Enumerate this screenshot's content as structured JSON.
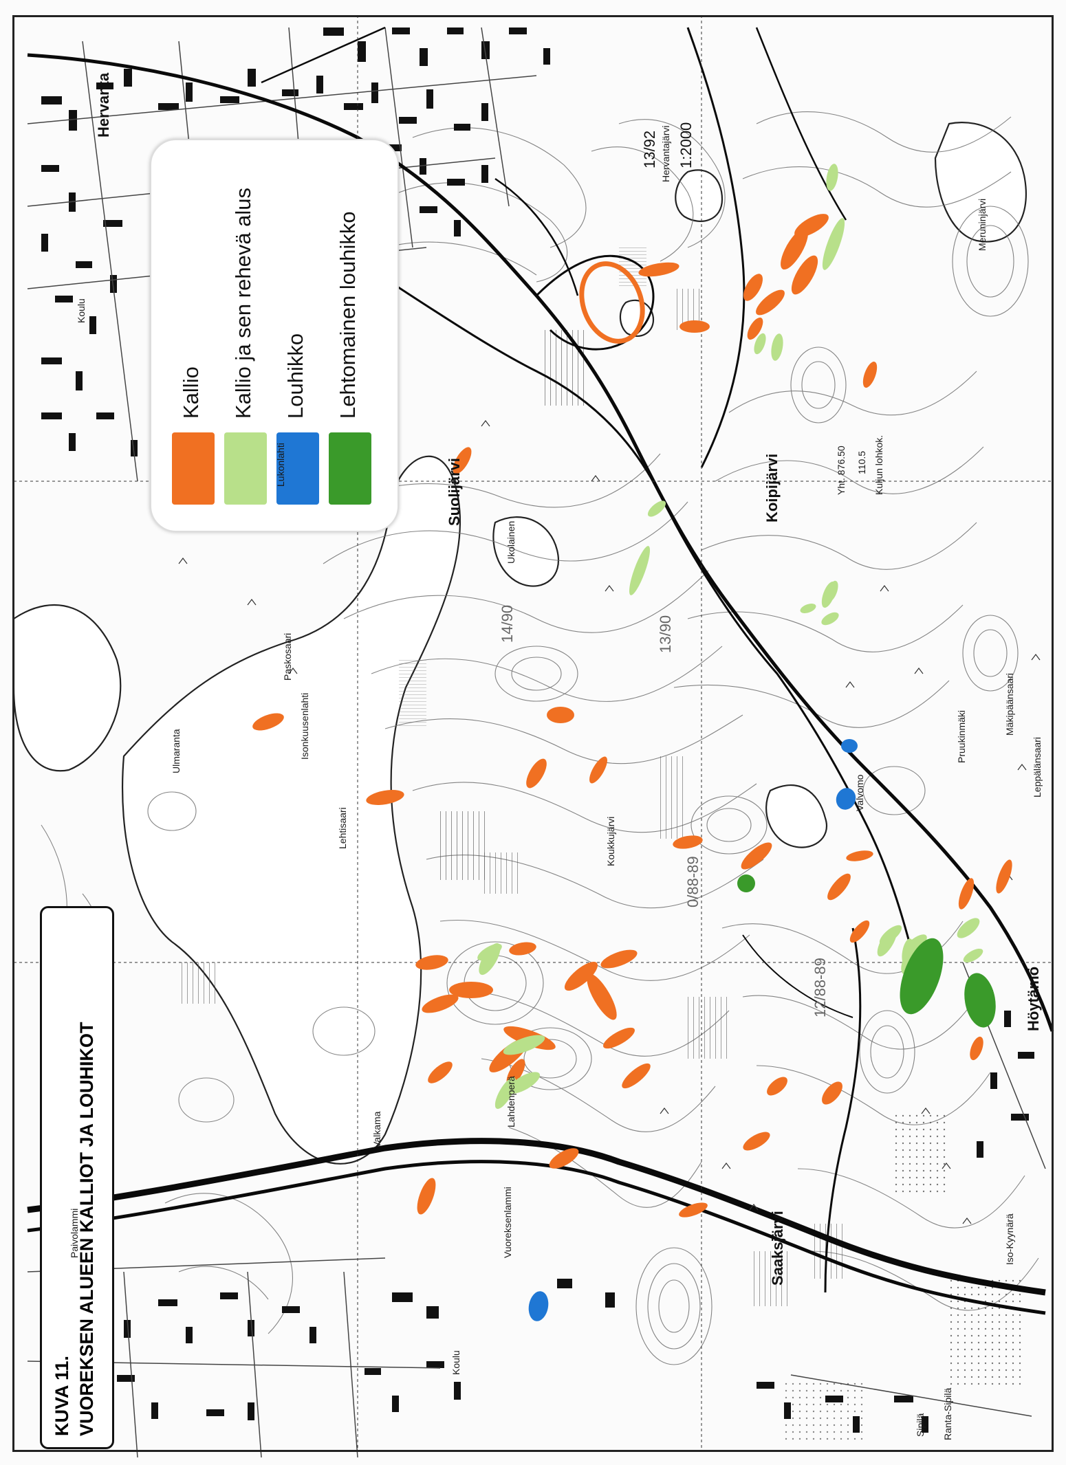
{
  "title": {
    "line1": "KUVA 11.",
    "line2": "VUOREKSEN ALUEEN KALLIOT JA LOUHIKOT"
  },
  "legend": [
    {
      "label": "Kallio",
      "color": "#f07022"
    },
    {
      "label": "Kallio ja sen rehevä alus",
      "color": "#b8e08a"
    },
    {
      "label": "Louhikko",
      "color": "#1f77d4"
    },
    {
      "label": "Lehtomainen louhikko",
      "color": "#3a9a2a"
    }
  ],
  "place_names": {
    "hervanta": "Hervanta",
    "suolijarvi": "Suolijärvi",
    "saaksjarvi": "Saaksjärvi",
    "hoytamo": "Höytämö",
    "koipijarvi": "Koipijärvi",
    "hervantajarvi": "Hervantajärvi",
    "ukolainen": "Ukolainen",
    "koukkujarvi": "Koukkujärvi",
    "vuoreksenlammi": "Vuoreksenlammi",
    "lahdenpera": "Lahdenperä",
    "leppalansaari": "Leppälänsaari",
    "meruninjarvi": "Meruninjärvi",
    "ulmaranta": "Ulmaranta",
    "lukonlahti": "Lukonlahti",
    "lehtisaari": "Lehtisaari",
    "isonkuusenlahti": "Isonkuusenlahti",
    "paskosaari": "Paskosaari",
    "valkama": "Valkama",
    "sipila": "Sipilä",
    "ranta_sipila": "Ranta-Sipilä",
    "iso_kyynarla": "Iso-Kyynärä",
    "koulu": "Koulu",
    "makipaansaari": "Mäkipäänsaari",
    "pruukinmaki": "Pruukinmäki",
    "kuljunlohkok": "Kuljun lohkok.",
    "yht": "Yht. 876.50",
    "val": "110.5",
    "sheet1": "13/92",
    "scale1": "1:2000",
    "sheet2": "14/90",
    "sheet3": "13/90",
    "sheet4": "12/88-89",
    "sheet5": "0/88-89",
    "paivolammi": "Paivolammi",
    "valvomo": "Valvomo"
  },
  "features": {
    "kallio": [
      [
        1155,
        362,
        34,
        12,
        -60
      ],
      [
        1170,
        400,
        32,
        12,
        -60
      ],
      [
        1180,
        328,
        28,
        11,
        -30
      ],
      [
        1120,
        440,
        26,
        10,
        -40
      ],
      [
        1095,
        418,
        22,
        10,
        -60
      ],
      [
        1098,
        478,
        18,
        8,
        -60
      ],
      [
        1010,
        475,
        22,
        9,
        0
      ],
      [
        958,
        392,
        30,
        9,
        -10
      ],
      [
        1265,
        545,
        20,
        8,
        -70
      ],
      [
        672,
        670,
        22,
        9,
        -60
      ],
      [
        390,
        1050,
        24,
        10,
        -20
      ],
      [
        815,
        1040,
        20,
        12,
        0
      ],
      [
        870,
        1120,
        22,
        8,
        -60
      ],
      [
        780,
        1125,
        24,
        10,
        -60
      ],
      [
        1000,
        1225,
        22,
        9,
        -10
      ],
      [
        1100,
        1245,
        28,
        10,
        -40
      ],
      [
        1220,
        1290,
        24,
        9,
        -50
      ],
      [
        1250,
        1355,
        20,
        8,
        -50
      ],
      [
        1340,
        1395,
        22,
        9,
        -40
      ],
      [
        1405,
        1300,
        24,
        8,
        -70
      ],
      [
        1460,
        1275,
        26,
        8,
        -70
      ],
      [
        1250,
        1245,
        20,
        7,
        -10
      ],
      [
        1420,
        1525,
        18,
        8,
        -70
      ],
      [
        1210,
        1590,
        20,
        10,
        -50
      ],
      [
        1130,
        1580,
        18,
        9,
        -40
      ],
      [
        1100,
        1660,
        22,
        9,
        -30
      ],
      [
        1008,
        1760,
        22,
        8,
        -20
      ],
      [
        820,
        1685,
        24,
        10,
        -30
      ],
      [
        685,
        1440,
        32,
        12,
        0
      ],
      [
        640,
        1460,
        28,
        10,
        -20
      ],
      [
        740,
        1535,
        36,
        12,
        -40
      ],
      [
        770,
        1510,
        40,
        11,
        20
      ],
      [
        845,
        1420,
        30,
        11,
        -40
      ],
      [
        875,
        1450,
        38,
        12,
        60
      ],
      [
        900,
        1395,
        28,
        10,
        -20
      ],
      [
        640,
        1560,
        22,
        9,
        -40
      ],
      [
        628,
        1400,
        24,
        10,
        -10
      ],
      [
        620,
        1740,
        28,
        10,
        -70
      ],
      [
        750,
        1560,
        22,
        9,
        -60
      ],
      [
        900,
        1510,
        26,
        9,
        -30
      ],
      [
        925,
        1565,
        26,
        9,
        -40
      ],
      [
        760,
        1380,
        20,
        9,
        -10
      ],
      [
        560,
        1160,
        28,
        10,
        -10
      ]
    ],
    "kallio_rehea": [
      [
        1210,
        258,
        20,
        8,
        -80
      ],
      [
        1212,
        355,
        40,
        9,
        -70
      ],
      [
        1130,
        505,
        20,
        8,
        -80
      ],
      [
        1105,
        500,
        16,
        7,
        -70
      ],
      [
        955,
        740,
        16,
        7,
        -40
      ],
      [
        930,
        830,
        38,
        8,
        -70
      ],
      [
        1207,
        900,
        14,
        7,
        -30
      ],
      [
        1210,
        860,
        16,
        7,
        -70
      ],
      [
        1175,
        885,
        12,
        6,
        -20
      ],
      [
        1205,
        865,
        20,
        8,
        -70
      ],
      [
        1408,
        1350,
        20,
        9,
        -40
      ],
      [
        1320,
        1400,
        18,
        8,
        -70
      ],
      [
        1415,
        1390,
        16,
        7,
        -30
      ],
      [
        712,
        1395,
        26,
        10,
        -60
      ],
      [
        762,
        1520,
        32,
        10,
        -20
      ],
      [
        1290,
        1370,
        24,
        9,
        -60
      ],
      [
        1330,
        1375,
        22,
        9,
        -40
      ],
      [
        762,
        1575,
        26,
        10,
        -30
      ],
      [
        1295,
        1360,
        20,
        8,
        -40
      ],
      [
        1320,
        1385,
        20,
        8,
        -80
      ],
      [
        712,
        1385,
        20,
        8,
        -30
      ],
      [
        735,
        1590,
        26,
        9,
        -60
      ]
    ],
    "louhikko": [
      [
        1235,
        1085,
        12,
        10,
        0
      ],
      [
        1230,
        1162,
        14,
        16,
        20
      ],
      [
        783,
        1900,
        14,
        22,
        10
      ]
    ],
    "lehtomainen": [
      [
        1085,
        1285,
        13,
        13,
        0
      ],
      [
        1340,
        1420,
        26,
        58,
        20
      ],
      [
        1425,
        1455,
        22,
        40,
        -10
      ]
    ]
  }
}
